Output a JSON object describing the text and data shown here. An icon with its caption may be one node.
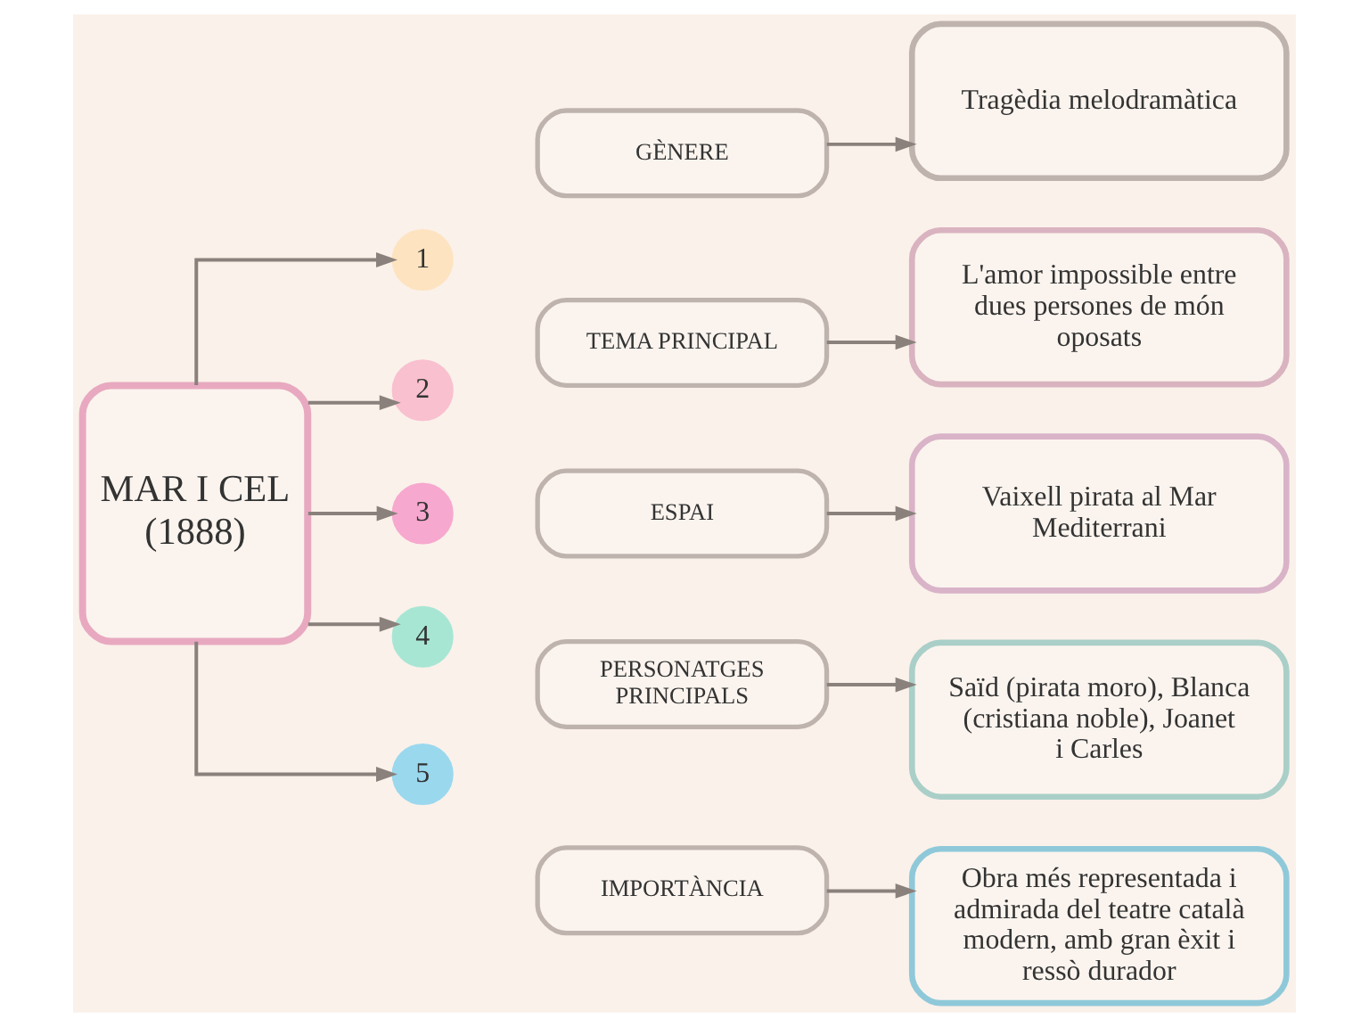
{
  "diagram": {
    "nodes": [
      {
        "text": [
          "MAR I CEL (1888)"
        ]
      },
      {
        "text": [
          "1"
        ]
      },
      {
        "text": [
          "2"
        ]
      },
      {
        "text": [
          "3"
        ]
      },
      {
        "text": [
          "4"
        ]
      },
      {
        "text": [
          "5"
        ]
      },
      {
        "text": [
          "GÈNERE"
        ]
      },
      {
        "text": [
          "TEMA PRINCIPAL"
        ]
      },
      {
        "text": [
          "ESPAI"
        ]
      },
      {
        "text": [
          "PERSONATGES PRINCIPALS"
        ]
      },
      {
        "text": [
          "IMPORTÀNCIA"
        ]
      },
      {
        "text": [
          "Tragèdia melodramàtica"
        ]
      },
      {
        "text": [
          "L'amor impossible entre dues persones de món oposats"
        ]
      },
      {
        "text": [
          "Vaixell pirata al Mar Mediterrani"
        ]
      },
      {
        "text": [
          "Saïd (pirata moro), Blanca (cristiana noble), Joanet i Carles"
        ]
      },
      {
        "text": [
          "Obra més representada i admirada del teatre català modern, amb gran èxit i ressò durador"
        ]
      }
    ],
    "edges": [
      {
        "from": 0,
        "to": 1,
        "arrow": "to"
      },
      {
        "from": 0,
        "to": 2,
        "arrow": "to"
      },
      {
        "from": 0,
        "to": 3,
        "arrow": "to"
      },
      {
        "from": 0,
        "to": 4,
        "arrow": "to"
      },
      {
        "from": 0,
        "to": 5,
        "arrow": "to"
      },
      {
        "from": 6,
        "to": 11,
        "arrow": "to"
      },
      {
        "from": 7,
        "to": 12,
        "arrow": "to"
      },
      {
        "from": 8,
        "to": 13,
        "arrow": "to"
      },
      {
        "from": 9,
        "to": 14,
        "arrow": "to"
      },
      {
        "from": 10,
        "to": 15,
        "arrow": "to"
      }
    ]
  }
}
